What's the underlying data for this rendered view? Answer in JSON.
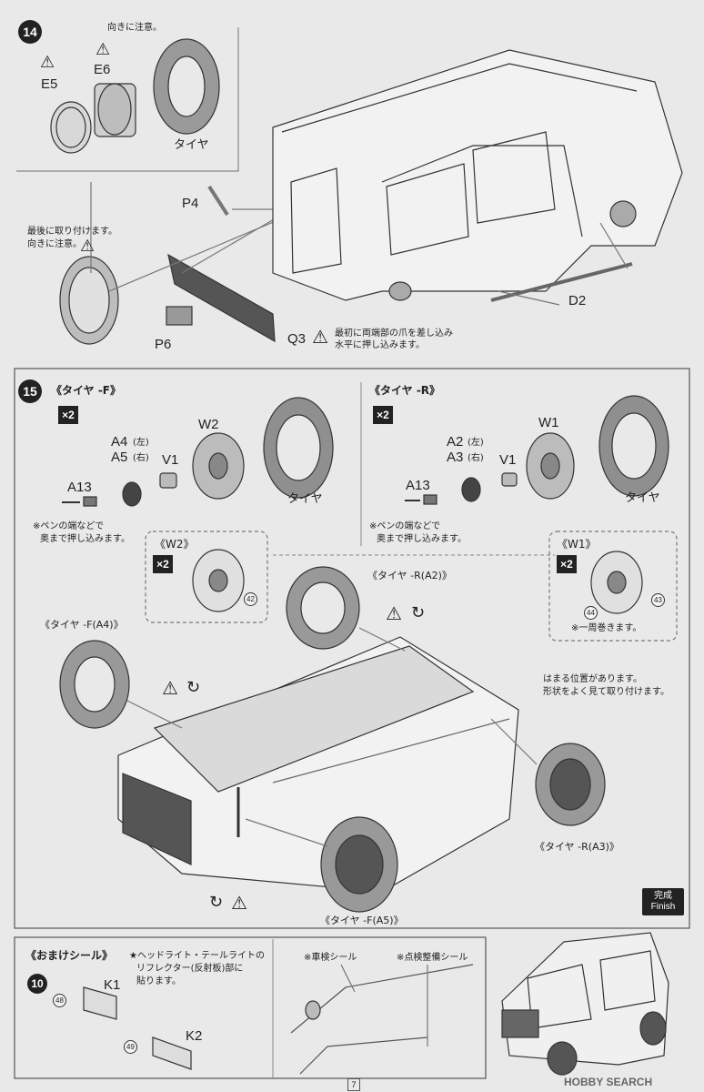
{
  "step14": {
    "number": "14",
    "note_direction": "向きに注意。",
    "part_e5": "E5",
    "part_e6": "E6",
    "part_tire": "タイヤ",
    "part_p4": "P4",
    "note_attach_last_1": "最後に取り付けます。",
    "note_attach_last_2": "向きに注意。",
    "part_p6": "P6",
    "part_q3": "Q3",
    "note_q3_1": "最初に両端部の爪を差し込み",
    "note_q3_2": "水平に押し込みます。",
    "part_d2": "D2"
  },
  "step15": {
    "number": "15",
    "front": {
      "title": "《タイヤ -F》",
      "multiplier": "×2",
      "part_w2": "W2",
      "part_a4": "A4",
      "a4_side": "(左)",
      "part_a5": "A5",
      "a5_side": "(右)",
      "part_v1": "V1",
      "part_a13": "A13",
      "part_tire": "タイヤ",
      "note_1": "※ペンの端などで",
      "note_2": "奥まで押し込みます。"
    },
    "rear": {
      "title": "《タイヤ -R》",
      "multiplier": "×2",
      "part_w1": "W1",
      "part_a2": "A2",
      "a2_side": "(左)",
      "part_a3": "A3",
      "a3_side": "(右)",
      "part_v1": "V1",
      "part_a13": "A13",
      "part_tire": "タイヤ",
      "note_1": "※ペンの端などで",
      "note_2": "奥まで押し込みます。"
    },
    "w2_box": {
      "title": "《W2》",
      "multiplier": "×2",
      "decal": "42"
    },
    "w1_box": {
      "title": "《W1》",
      "multiplier": "×2",
      "decal_a": "44",
      "decal_b": "43",
      "note": "※一周巻きます。"
    },
    "label_tire_r_a2": "《タイヤ -R(A2)》",
    "label_tire_f_a4": "《タイヤ -F(A4)》",
    "label_tire_r_a3": "《タイヤ -R(A3)》",
    "label_tire_f_a5": "《タイヤ -F(A5)》",
    "note_fit_1": "はまる位置があります。",
    "note_fit_2": "形状をよく見て取り付けます。",
    "finish_jp": "完成",
    "finish_en": "Finish"
  },
  "bonus": {
    "title": "《おまけシール》",
    "step_number": "10",
    "note_1": "★ヘッドライト・テールライトの",
    "note_2": "リフレクター(反射板)部に",
    "note_3": "貼ります。",
    "part_k1": "K1",
    "decal_k1": "48",
    "part_k2": "K2",
    "decal_k2": "49",
    "sticker_inspection": "※車検シール",
    "sticker_maintenance": "※点検整備シール"
  },
  "page_number": "7",
  "watermark": "HOBBY SEARCH",
  "icons": [
    "warning-icon",
    "rotate-icon"
  ]
}
